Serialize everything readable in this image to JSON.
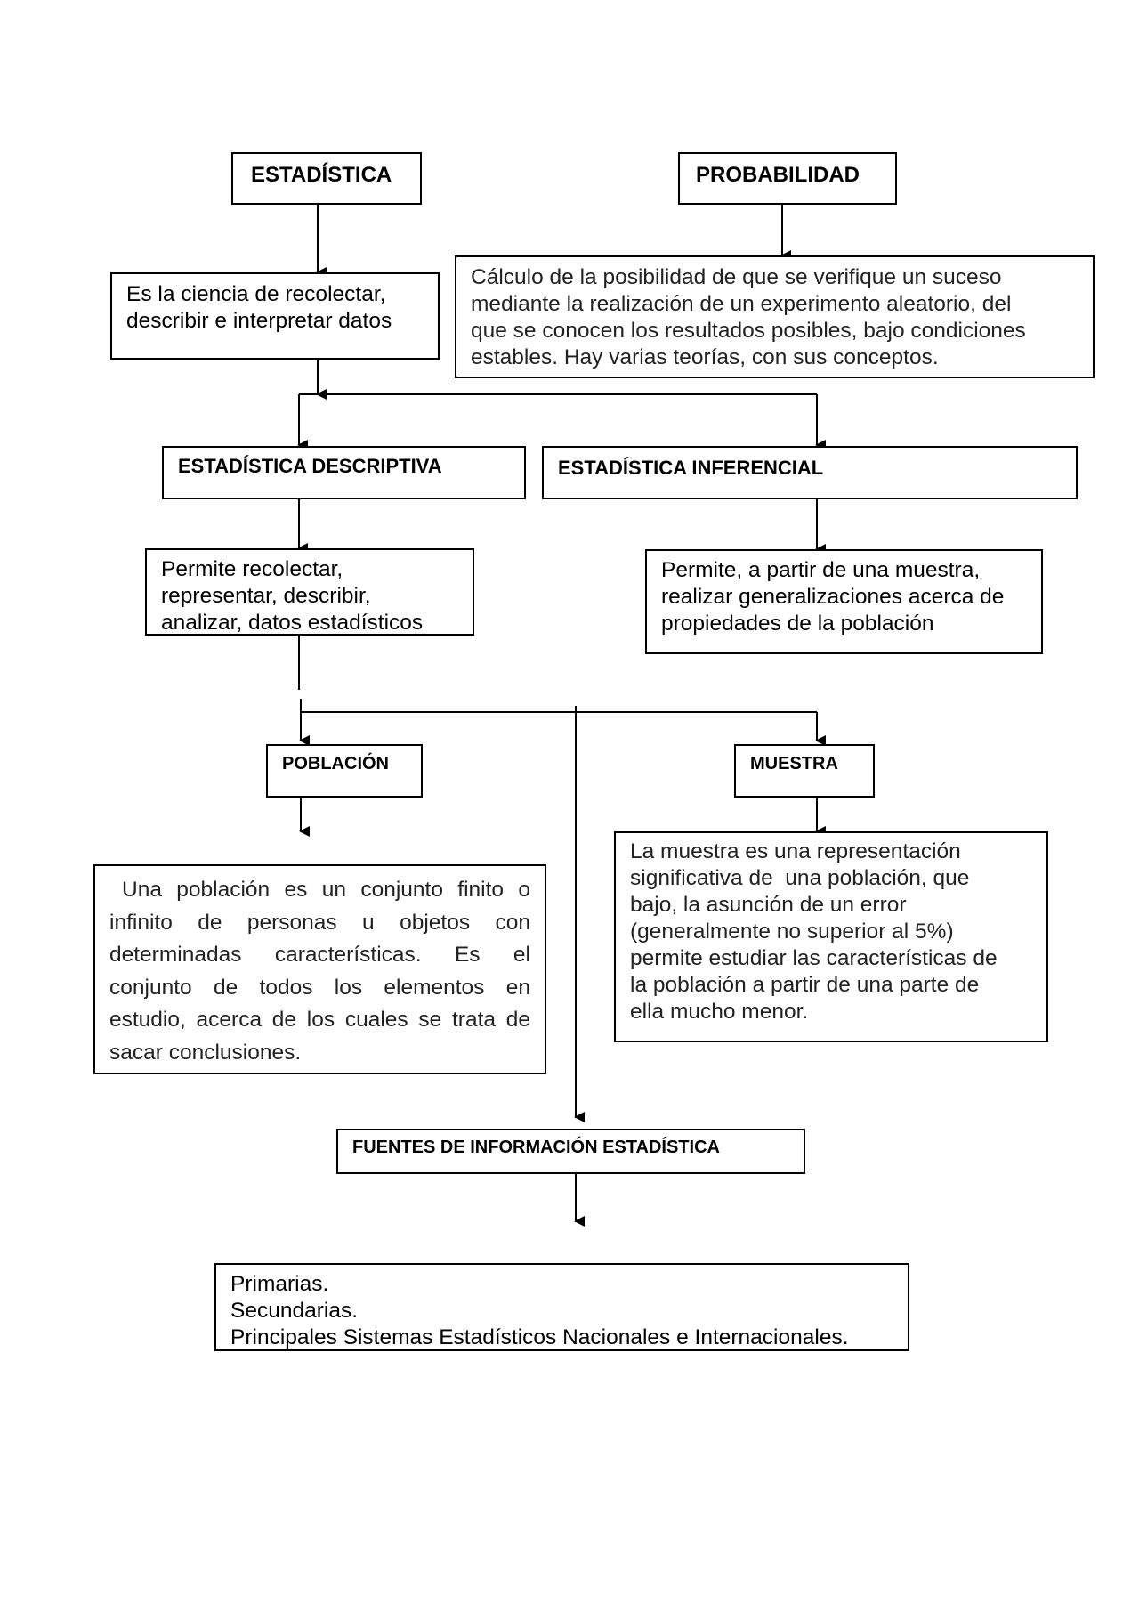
{
  "diagram": {
    "estadistica": {
      "title": "ESTADÍSTICA",
      "definition_lines": [
        "Es la ciencia de recolectar,",
        "describir e interpretar datos"
      ]
    },
    "probabilidad": {
      "title": "PROBABILIDAD",
      "definition_lines": [
        "Cálculo de la posibilidad de que se verifique un suceso",
        "mediante la realización de un experimento aleatorio, del",
        "que se conocen los resultados posibles, bajo condiciones",
        "estables. Hay varias teorías, con sus conceptos."
      ]
    },
    "descriptiva": {
      "title": "ESTADÍSTICA DESCRIPTIVA",
      "definition_lines": [
        "Permite recolectar,",
        "representar, describir,",
        "analizar, datos estadísticos"
      ]
    },
    "inferencial": {
      "title": "ESTADÍSTICA INFERENCIAL",
      "definition_lines": [
        "Permite, a partir de una muestra,",
        "realizar generalizaciones acerca de",
        "propiedades de la población"
      ]
    },
    "poblacion": {
      "title": "POBLACIÓN",
      "definition": "Una población es un conjunto finito o infinito de personas u objetos con determinadas características. Es el conjunto de todos los elementos en estudio, acerca de los cuales se trata de sacar conclusiones."
    },
    "muestra": {
      "title": "MUESTRA",
      "definition_lines": [
        "La muestra es una representación",
        "significativa de  una población, que",
        "bajo, la asunción de un error",
        "(generalmente no superior al 5%)",
        "permite estudiar las características de",
        "la población a partir de una parte de",
        "ella mucho menor."
      ]
    },
    "fuentes": {
      "title": "FUENTES DE INFORMACIÓN ESTADÍSTICA",
      "items": [
        "Primarias.",
        "Secundarias.",
        "Principales Sistemas Estadísticos Nacionales e Internacionales."
      ]
    }
  }
}
